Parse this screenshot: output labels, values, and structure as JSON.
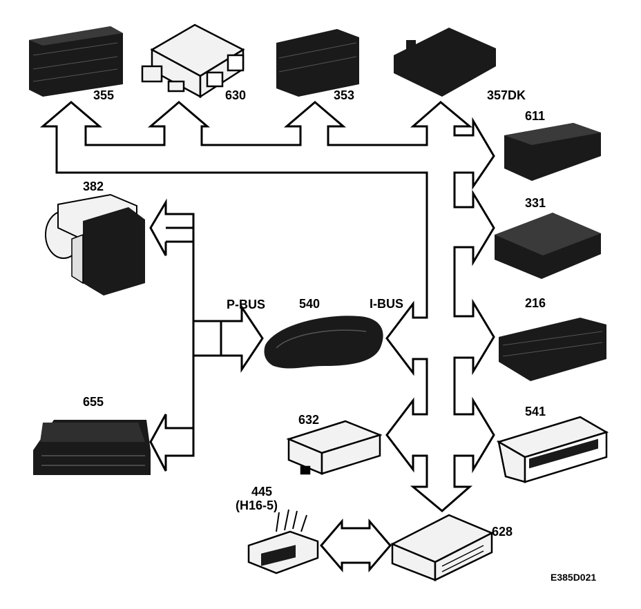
{
  "labels": {
    "m355": "355",
    "m630": "630",
    "m353": "353",
    "m357dk": "357DK",
    "m611": "611",
    "m382": "382",
    "m331": "331",
    "m216": "216",
    "m540": "540",
    "m655": "655",
    "m541": "541",
    "m632": "632",
    "m445": "445",
    "m445_sub": "(H16-5)",
    "m628": "628",
    "pbus": "P-BUS",
    "ibus": "I-BUS",
    "figure_id": "E385D021"
  },
  "colors": {
    "line": "#000000",
    "module_fill": "#1a1a1a",
    "module_light": "#f2f2f2",
    "background": "#ffffff"
  }
}
